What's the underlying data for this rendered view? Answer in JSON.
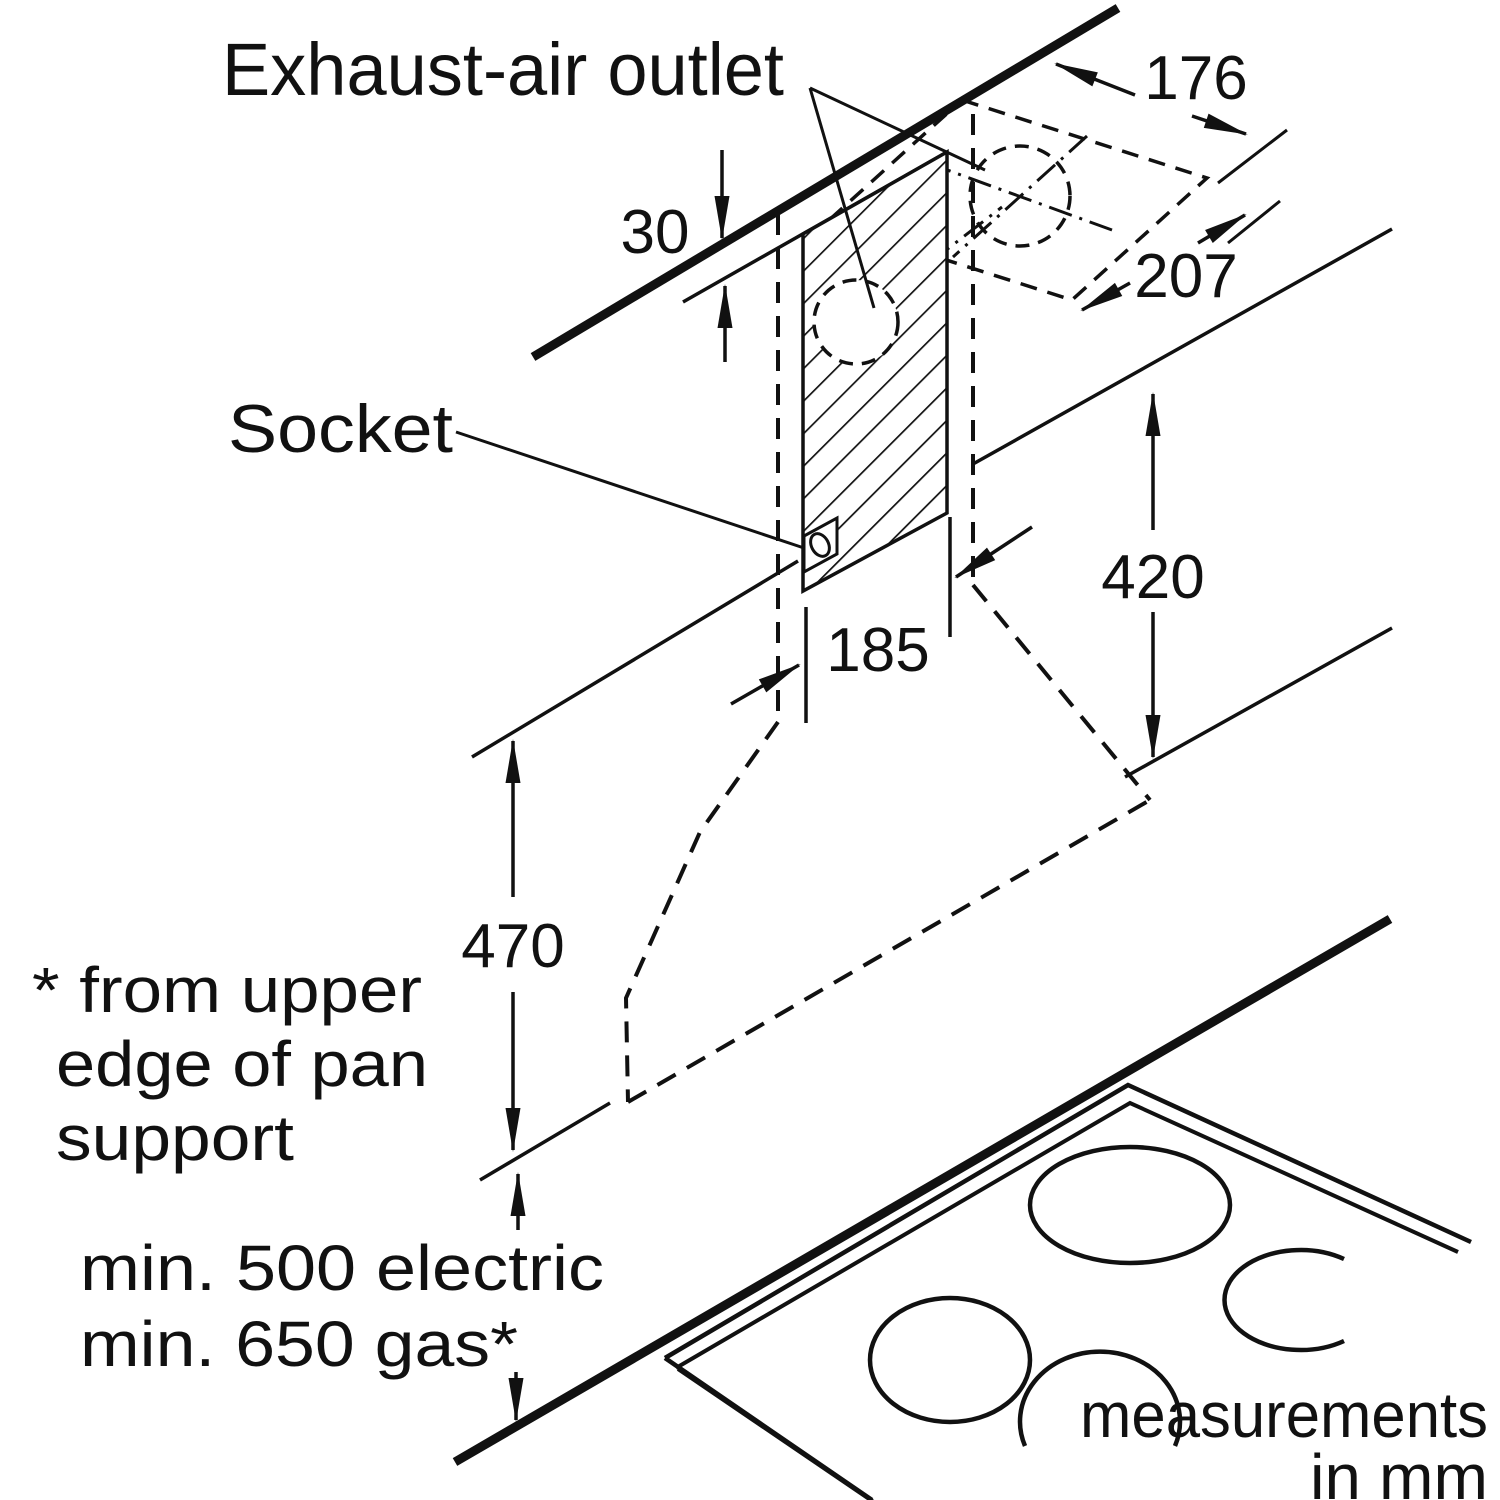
{
  "diagram": {
    "title_context": "cooker hood installation drawing",
    "labels": {
      "exhaust_air_outlet": "Exhaust-air outlet",
      "socket": "Socket",
      "footnote_line1": "* from upper",
      "footnote_line2": "edge of pan",
      "footnote_line3": "support",
      "min_electric": "min. 500 electric",
      "min_gas": "min. 650 gas*",
      "units_line1": "measurements",
      "units_line2": "in mm"
    },
    "dims": {
      "wall_offset": "30",
      "duct_depth": "176",
      "outlet_offset": "207",
      "chimney_height": "420",
      "recess_width": "185",
      "hood_height": "470"
    },
    "colors": {
      "ink": "#111111",
      "background": "#ffffff"
    }
  }
}
